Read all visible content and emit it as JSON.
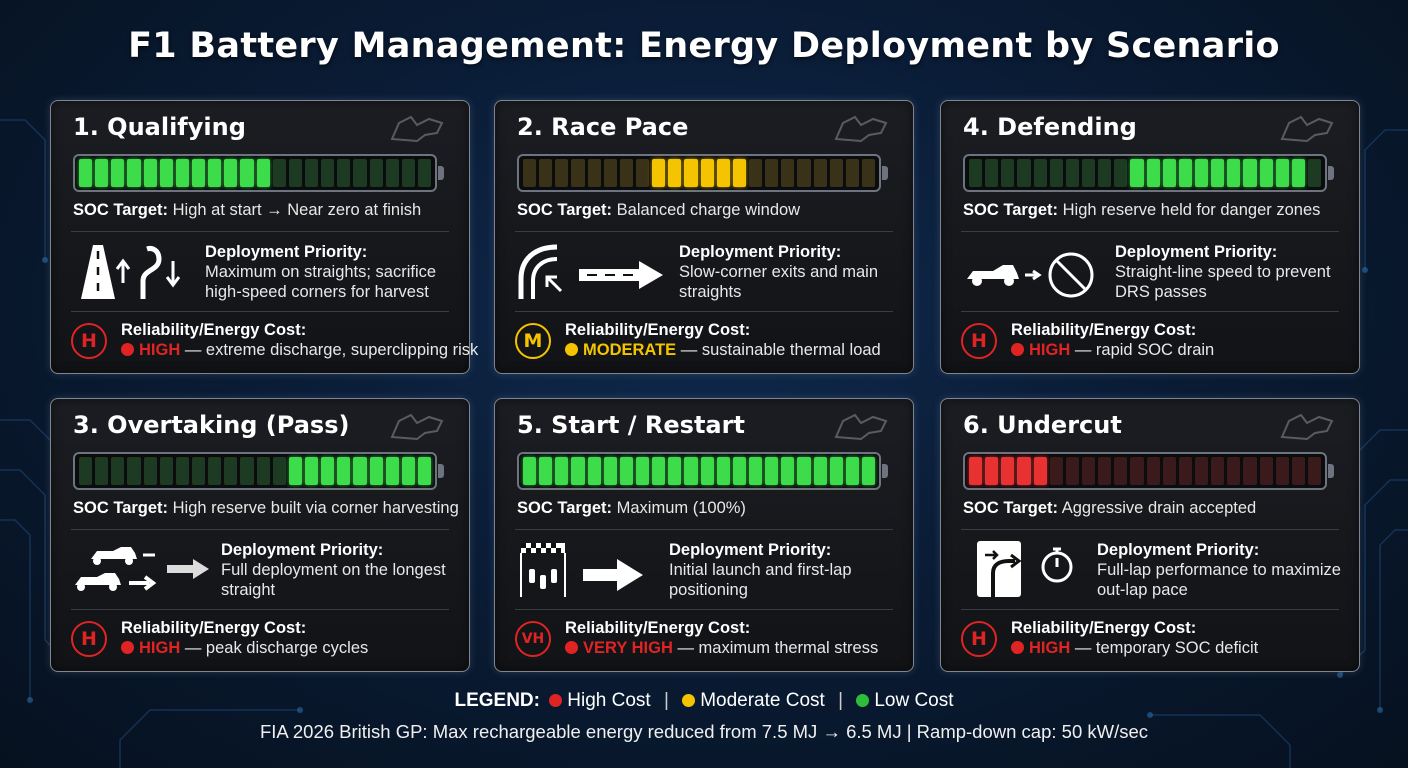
{
  "title": "F1 Battery Management: Energy Deployment by Scenario",
  "soc_label": "SOC Target:",
  "deployment_label": "Deployment Priority:",
  "reliability_label": "Reliability/Energy Cost:",
  "colors": {
    "high": "#e02424",
    "moderate": "#f5c400",
    "low": "#2ebd3a"
  },
  "cards": [
    {
      "title": "1. Qualifying",
      "battery": {
        "segments": 22,
        "lit": [
          0,
          11
        ],
        "color": "green"
      },
      "soc_target": "High at start → Near zero at finish",
      "deployment_icon": "straight-road-and-corner-icon",
      "deployment": "Maximum on straights; sacrifice high-speed corners for harvest",
      "badge": "H",
      "cost_level": "HIGH",
      "cost_text": " — extreme discharge, superclipping risk"
    },
    {
      "title": "2. Race Pace",
      "battery": {
        "segments": 22,
        "lit": [
          8,
          13
        ],
        "color": "yellow"
      },
      "soc_target": "Balanced charge window",
      "deployment_icon": "corner-exit-arrow-icon",
      "deployment": "Slow-corner exits and main straights",
      "badge": "M",
      "cost_level": "MODERATE",
      "cost_text": " — sustainable thermal load"
    },
    {
      "title": "4. Defending",
      "battery": {
        "segments": 22,
        "lit": [
          10,
          20
        ],
        "color": "green"
      },
      "soc_target": "High reserve held for danger zones",
      "deployment_icon": "no-drs-icon",
      "deployment": "Straight-line speed to prevent DRS passes",
      "badge": "H",
      "cost_level": "HIGH",
      "cost_text": " — rapid SOC drain"
    },
    {
      "title": "3. Overtaking (Pass)",
      "battery": {
        "segments": 22,
        "lit": [
          13,
          21
        ],
        "color": "green"
      },
      "soc_target": "High reserve built via corner harvesting",
      "deployment_icon": "cars-passing-icon",
      "deployment": "Full deployment on the longest straight",
      "badge": "H",
      "cost_level": "HIGH",
      "cost_text": " — peak discharge cycles"
    },
    {
      "title": "5. Start / Restart",
      "battery": {
        "segments": 22,
        "lit": [
          0,
          21
        ],
        "color": "green"
      },
      "soc_target": "Maximum (100%)",
      "deployment_icon": "starting-grid-icon",
      "deployment": "Initial launch and first-lap positioning",
      "badge": "VH",
      "cost_level": "VERY HIGH",
      "cost_text": " — maximum thermal stress"
    },
    {
      "title": "6. Undercut",
      "battery": {
        "segments": 22,
        "lit": [
          0,
          4
        ],
        "color": "red"
      },
      "soc_target": "Aggressive drain accepted",
      "deployment_icon": "pit-lane-stopwatch-icon",
      "deployment": "Full-lap performance to maximize out-lap pace",
      "badge": "H",
      "cost_level": "HIGH",
      "cost_text": " — temporary SOC deficit"
    }
  ],
  "legend": {
    "label": "LEGEND:",
    "high": "High Cost",
    "moderate": "Moderate Cost",
    "low": "Low Cost"
  },
  "footnote": "FIA 2026 British GP: Max rechargeable energy reduced from 7.5 MJ → 6.5 MJ | Ramp-down cap: 50 kW/sec"
}
